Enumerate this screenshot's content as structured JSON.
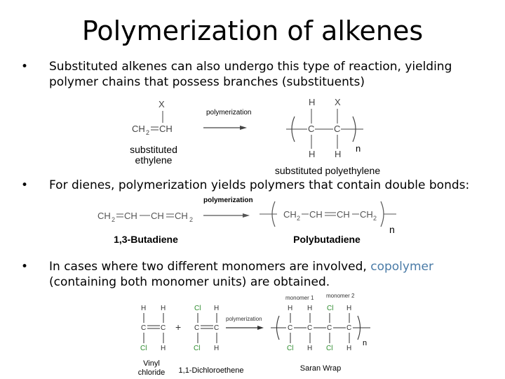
{
  "title": "Polymerization of alkenes",
  "bullets": [
    {
      "symbol": "•",
      "text": "Substituted alkenes can also undergo this type of reaction, yielding polymer chains that possess branches (substituents)"
    },
    {
      "symbol": "•",
      "text": "For dienes, polymerization yields polymers that contain double bonds:"
    },
    {
      "symbol": "•",
      "text_before": "In cases where two different monomers are involved, ",
      "text_accent": "copolymer",
      "text_after": " (containing both monomer units) are obtained."
    }
  ],
  "accent_color": "#4a7ba7",
  "figure1": {
    "reactant_x": "X",
    "reactant_formula_ch2": "CH",
    "reactant_formula_sub": "2",
    "reactant_formula_ch": "CH",
    "reactant_label_line1": "substituted",
    "reactant_label_line2": "ethylene",
    "arrow_label": "polymerization",
    "product_h_top": "H",
    "product_x_top": "X",
    "product_c1": "C",
    "product_c2": "C",
    "product_h_bottom1": "H",
    "product_h_bottom2": "H",
    "product_n": "n",
    "product_label": "substituted polyethylene"
  },
  "figure2": {
    "reactant_formula": "CH₂=CH—CH=CH₂",
    "reactant_parts": [
      "CH",
      "2",
      "CH",
      "CH",
      "CH",
      "2"
    ],
    "arrow_label": "polymerization",
    "product_parts": [
      "CH",
      "2",
      "CH",
      "CH",
      "CH",
      "2"
    ],
    "product_n": "n",
    "reactant_label": "1,3-Butadiene",
    "product_label": "Polybutadiene"
  },
  "figure3": {
    "m1_top": [
      "H",
      "H"
    ],
    "m1_c": [
      "C",
      "C"
    ],
    "m1_bottom": [
      "Cl",
      "H"
    ],
    "plus": "+",
    "m2_top": [
      "Cl",
      "H"
    ],
    "m2_c": [
      "C",
      "C"
    ],
    "m2_bottom": [
      "Cl",
      "H"
    ],
    "arrow_label": "polymerization",
    "monomer1_tag": "monomer 1",
    "monomer2_tag": "monomer 2",
    "p_top": [
      "H",
      "H",
      "Cl",
      "H"
    ],
    "p_c": [
      "C",
      "C",
      "C",
      "C"
    ],
    "p_bottom": [
      "Cl",
      "H",
      "Cl",
      "H"
    ],
    "p_n": "n",
    "label_vinyl_line1": "Vinyl",
    "label_vinyl_line2": "chloride",
    "label_dichloro": "1,1-Dichloroethene",
    "label_product": "Saran Wrap",
    "green": "#2e8b2e"
  }
}
